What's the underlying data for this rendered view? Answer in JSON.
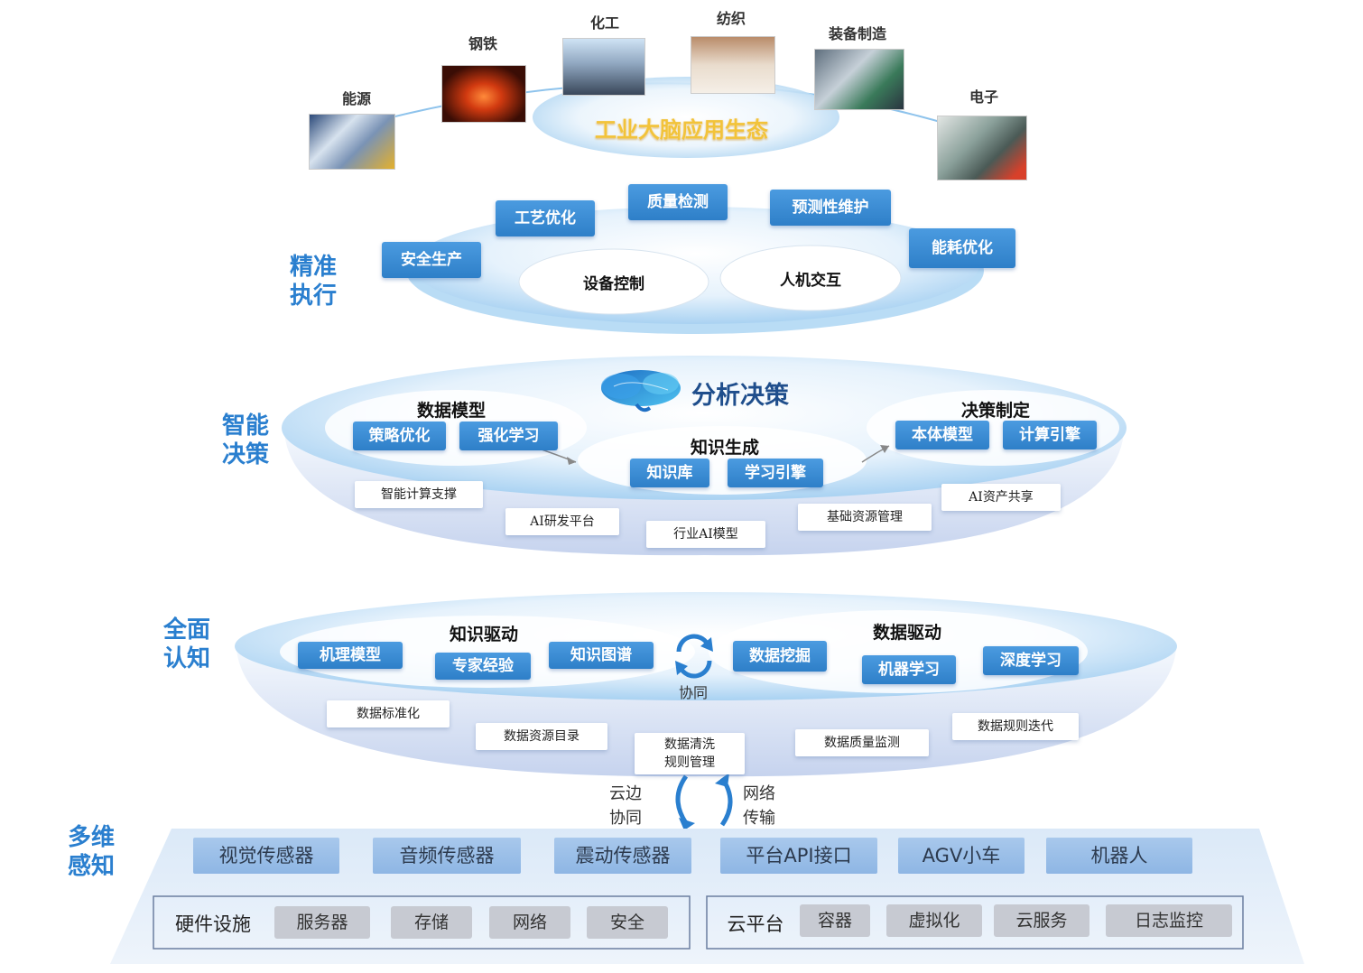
{
  "ecosystem": {
    "title": "工业大脑应用生态",
    "industries": [
      "能源",
      "钢铁",
      "化工",
      "纺织",
      "装备制造",
      "电子"
    ]
  },
  "execution": {
    "layer_title_1": "精准",
    "layer_title_2": "执行",
    "chips": [
      "安全生产",
      "工艺优化",
      "质量检测",
      "预测性维护",
      "能耗优化"
    ],
    "inner": [
      "设备控制",
      "人机交互"
    ]
  },
  "decision": {
    "layer_title_1": "智能",
    "layer_title_2": "决策",
    "brain_title": "分析决策",
    "data_model": {
      "title": "数据模型",
      "items": [
        "策略优化",
        "强化学习"
      ]
    },
    "knowledge_gen": {
      "title": "知识生成",
      "items": [
        "知识库",
        "学习引擎"
      ]
    },
    "decision_making": {
      "title": "决策制定",
      "items": [
        "本体模型",
        "计算引擎"
      ]
    },
    "base": [
      "智能计算支撑",
      "AI研发平台",
      "行业AI模型",
      "基础资源管理",
      "AI资产共享"
    ]
  },
  "cognition": {
    "layer_title_1": "全面",
    "layer_title_2": "认知",
    "knowledge_driven": {
      "title": "知识驱动",
      "items": [
        "机理模型",
        "专家经验",
        "知识图谱"
      ]
    },
    "data_driven": {
      "title": "数据驱动",
      "items": [
        "数据挖掘",
        "机器学习",
        "深度学习"
      ]
    },
    "sync": "协同",
    "base": [
      "数据标准化",
      "数据资源目录",
      "数据清洗",
      "规则管理",
      "数据质量监测",
      "数据规则迭代"
    ]
  },
  "transfer": {
    "left_1": "云边",
    "left_2": "协同",
    "right_1": "网络",
    "right_2": "传输"
  },
  "perception": {
    "layer_title_1": "多维",
    "layer_title_2": "感知",
    "sensors": [
      "视觉传感器",
      "音频传感器",
      "震动传感器",
      "平台API接口",
      "AGV小车",
      "机器人"
    ],
    "hardware": {
      "title": "硬件设施",
      "items": [
        "服务器",
        "存储",
        "网络",
        "安全"
      ]
    },
    "cloud": {
      "title": "云平台",
      "items": [
        "容器",
        "虚拟化",
        "云服务",
        "日志监控"
      ]
    }
  }
}
